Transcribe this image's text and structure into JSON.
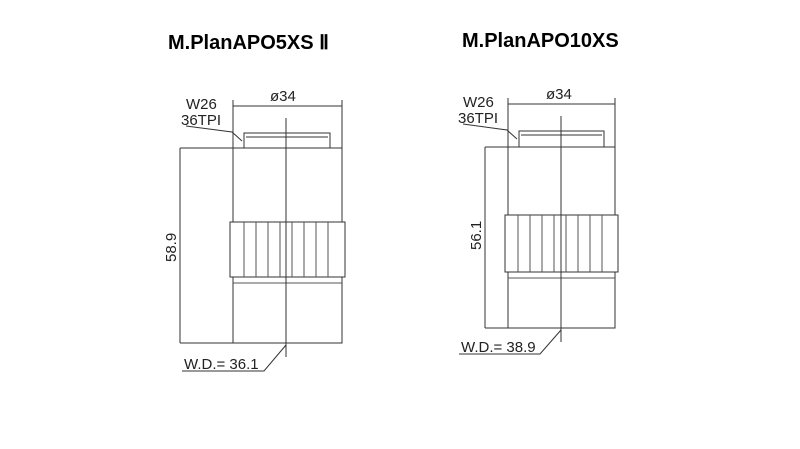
{
  "objectives": [
    {
      "title": "M.PlanAPO5XS Ⅱ",
      "thread": "W26",
      "tpi": "36TPI",
      "diameter": "ø34",
      "length": "58.9",
      "wd": "W.D.= 36.1"
    },
    {
      "title": "M.PlanAPO10XS",
      "thread": "W26",
      "tpi": "36TPI",
      "diameter": "ø34",
      "length": "56.1",
      "wd": "W.D.= 38.9"
    }
  ]
}
